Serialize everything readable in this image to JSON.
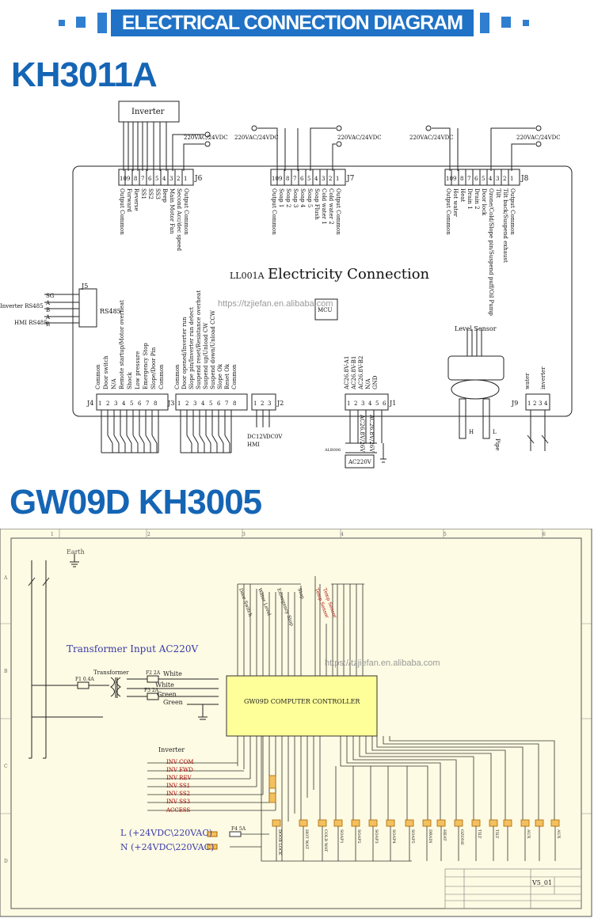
{
  "banner": {
    "title": "ELECTRICAL CONNECTION DIAGRAM",
    "accent": "#1f72c6"
  },
  "diagram1": {
    "model": "KH3011A",
    "inverter_label": "Inverter",
    "board_title": "Electricity Connection",
    "board_code": "LL001A",
    "chip_label": "MCU",
    "supply_label": "220VAC/24VDC",
    "j6": {
      "name": "J6",
      "pins": [
        "10",
        "9",
        "8",
        "7",
        "6",
        "5",
        "4",
        "3",
        "2",
        "1"
      ],
      "labels": [
        "Output Common",
        "Forward",
        "Reverse",
        "SS1",
        "SS2",
        "SS3",
        "Beep",
        "Main Motor Fan",
        "Second Acc/dec speed",
        "Output Common"
      ]
    },
    "j7": {
      "name": "J7",
      "pins": [
        "10",
        "9",
        "8",
        "7",
        "6",
        "5",
        "4",
        "3",
        "2",
        "1"
      ],
      "labels": [
        "Output Common",
        "Soap 1",
        "Soap 2",
        "Soap 3",
        "Soap 4",
        "Soap 5",
        "Soap Flush",
        "Cold water 1",
        "Cold water 2",
        "Output Common"
      ]
    },
    "j8": {
      "name": "J8",
      "pins": [
        "10",
        "9",
        "8",
        "7",
        "6",
        "5",
        "4",
        "3",
        "2",
        "1"
      ],
      "labels": [
        "Output Common",
        "Hot water",
        "Heat",
        "Drain 1",
        "Drain 2",
        "Door lock",
        "Ozone/Cold/Slope pin/Suspend puff/Oil Pump",
        "Tilt",
        "Tilt back/Suspend exhaust",
        "Output Common"
      ]
    },
    "j5": {
      "name": "J5",
      "bus": "RS485",
      "pins": [
        "SG",
        "A",
        "B",
        "A",
        "B"
      ],
      "left_labels": [
        "Inverter RS485",
        "HMI RS485"
      ]
    },
    "j4": {
      "name": "J4",
      "labels": [
        "Common",
        "Door switch",
        "N/A",
        "Remote startup/Motor overheat",
        "Shock",
        "Low pressure",
        "Emergency Stop",
        "Slope/Door Pin",
        "Common"
      ]
    },
    "j3": {
      "name": "J3",
      "labels": [
        "Common",
        "Door opened/Inverter run",
        "Slope pin/Inverter run detect",
        "Suspend reset/Resistance overheat",
        "Suspend up/Unload CW",
        "Suspend down/Unload CCW",
        "Slope Ok",
        "Reset Ok",
        "Common"
      ]
    },
    "j2": {
      "name": "J2",
      "labels": [
        "DC12V",
        "DC0V"
      ],
      "hmi": "HMI"
    },
    "j1": {
      "name": "J1",
      "labels": [
        "AC26.8V-A1",
        "AC26.8V-B1",
        "AC26.8V-B2",
        "N/A",
        "GND"
      ],
      "ac_note1": "AC26.8V/26V",
      "ac_note2": "AC26.8V/26V",
      "ac_input": "AC220V",
      "transformer": "ALB006"
    },
    "level": {
      "label": "Level Sensor",
      "h": "H",
      "l": "L",
      "pipe": "Pipe"
    },
    "j9": {
      "name": "J9",
      "labels": [
        "water",
        "inverter"
      ]
    },
    "pin_numbers_1_8": [
      "1",
      "2",
      "3",
      "4",
      "5",
      "6",
      "7",
      "8"
    ],
    "pin_numbers_1_3": [
      "1",
      "2",
      "3"
    ],
    "pin_numbers_1_6": [
      "1",
      "2",
      "3",
      "4",
      "5",
      "6"
    ],
    "pin_numbers_1_4": [
      "1",
      "2",
      "3",
      "4"
    ]
  },
  "watermark": "https://tzjiefan.en.alibaba.com",
  "diagram2": {
    "model": "GW09D KH3005",
    "earth": "Earth",
    "transformer_input": "Transformer Input  AC220V",
    "transformer": "Transformer",
    "fuse_main": "F1 0.4A",
    "fuse_white": "F2 2A",
    "fuse_green": "F3 2A",
    "fuse_l": "F4 5A",
    "white": "White",
    "white2": "White",
    "green": "Green",
    "green2": "Green",
    "controller": "GW09D COMPUTER CONTROLLER",
    "inverter": "Inverter",
    "inv_lines": [
      "INV COM",
      "INV FWD",
      "INV REV",
      "INV SS1",
      "INV SS2",
      "INV SS3",
      "ACCESS"
    ],
    "top_inputs": [
      "Door Switch",
      "Water Level",
      "Emergency Stop",
      "Stop",
      "Temp Sensor",
      "Temp Sensor"
    ],
    "l_label": "L (+24VDC\\220VAC)",
    "n_label": "N (+24VDC\\220VAC)",
    "outputs": [
      "DOOR LOCK",
      "HOT WAT",
      "COLD WAT",
      "SOAP1",
      "SOAP2",
      "SOAP3",
      "SOAP4",
      "SOAP5",
      "DRAIN",
      "HEAT",
      "OZONE",
      "TILT",
      "TILT",
      "AUX",
      "AUX"
    ],
    "version": "V5_01",
    "frame_numbers": [
      "1",
      "2",
      "3",
      "4",
      "5",
      "6"
    ],
    "frame_letters": [
      "A",
      "B",
      "C",
      "D"
    ]
  }
}
